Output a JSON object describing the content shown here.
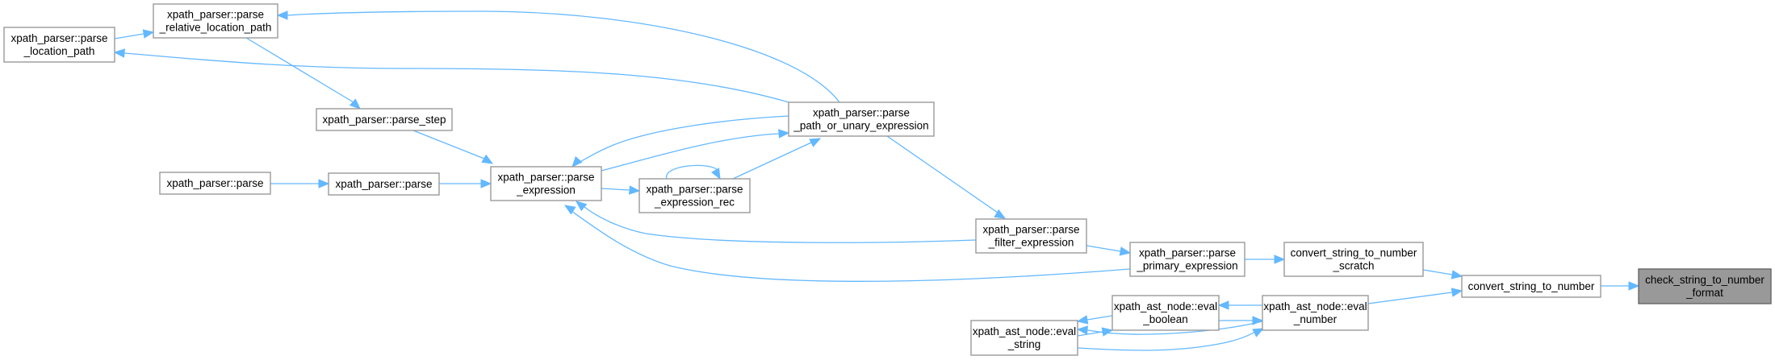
{
  "diagram": {
    "type": "call-graph",
    "edge_color": "#63b8ff",
    "node_border_color": "#999999",
    "focus_fill_color": "#999999",
    "nodes": [
      {
        "id": "loc_path",
        "lines": [
          "xpath_parser::parse",
          "_location_path"
        ]
      },
      {
        "id": "rel_loc_path",
        "lines": [
          "xpath_parser::parse",
          "_relative_location_path"
        ]
      },
      {
        "id": "parse_step",
        "lines": [
          "xpath_parser::parse_step"
        ]
      },
      {
        "id": "parse_a",
        "lines": [
          "xpath_parser::parse"
        ]
      },
      {
        "id": "parse_b",
        "lines": [
          "xpath_parser::parse"
        ]
      },
      {
        "id": "parse_expr",
        "lines": [
          "xpath_parser::parse",
          "_expression"
        ]
      },
      {
        "id": "path_or_unary",
        "lines": [
          "xpath_parser::parse",
          "_path_or_unary_expression"
        ]
      },
      {
        "id": "expr_rec",
        "lines": [
          "xpath_parser::parse",
          "_expression_rec"
        ]
      },
      {
        "id": "filter_expr",
        "lines": [
          "xpath_parser::parse",
          "_filter_expression"
        ]
      },
      {
        "id": "primary_expr",
        "lines": [
          "xpath_parser::parse",
          "_primary_expression"
        ]
      },
      {
        "id": "conv_scratch",
        "lines": [
          "convert_string_to_number",
          "_scratch"
        ]
      },
      {
        "id": "conv",
        "lines": [
          "convert_string_to_number"
        ]
      },
      {
        "id": "check_fmt",
        "lines": [
          "check_string_to_number",
          "_format"
        ],
        "focus": true
      },
      {
        "id": "eval_string",
        "lines": [
          "xpath_ast_node::eval",
          "_string"
        ]
      },
      {
        "id": "eval_boolean",
        "lines": [
          "xpath_ast_node::eval",
          "_boolean"
        ]
      },
      {
        "id": "eval_number",
        "lines": [
          "xpath_ast_node::eval",
          "_number"
        ]
      }
    ],
    "edges": [
      {
        "from": "loc_path",
        "to": "rel_loc_path"
      },
      {
        "from": "path_or_unary",
        "to": "rel_loc_path"
      },
      {
        "from": "path_or_unary",
        "to": "loc_path"
      },
      {
        "from": "rel_loc_path",
        "to": "parse_step"
      },
      {
        "from": "parse_step",
        "to": "parse_expr"
      },
      {
        "from": "parse_a",
        "to": "parse_b"
      },
      {
        "from": "parse_b",
        "to": "parse_expr"
      },
      {
        "from": "path_or_unary",
        "to": "parse_expr"
      },
      {
        "from": "parse_expr",
        "to": "path_or_unary"
      },
      {
        "from": "parse_expr",
        "to": "expr_rec"
      },
      {
        "from": "expr_rec",
        "to": "expr_rec"
      },
      {
        "from": "expr_rec",
        "to": "path_or_unary"
      },
      {
        "from": "path_or_unary",
        "to": "filter_expr"
      },
      {
        "from": "filter_expr",
        "to": "parse_expr"
      },
      {
        "from": "primary_expr",
        "to": "parse_expr"
      },
      {
        "from": "filter_expr",
        "to": "primary_expr"
      },
      {
        "from": "primary_expr",
        "to": "conv_scratch"
      },
      {
        "from": "conv_scratch",
        "to": "conv"
      },
      {
        "from": "eval_number",
        "to": "conv"
      },
      {
        "from": "conv",
        "to": "check_fmt"
      },
      {
        "from": "eval_number",
        "to": "eval_boolean"
      },
      {
        "from": "eval_boolean",
        "to": "eval_number"
      },
      {
        "from": "eval_boolean",
        "to": "eval_string"
      },
      {
        "from": "eval_string",
        "to": "eval_boolean"
      },
      {
        "from": "eval_number",
        "to": "eval_string"
      },
      {
        "from": "eval_string",
        "to": "eval_number"
      }
    ]
  }
}
